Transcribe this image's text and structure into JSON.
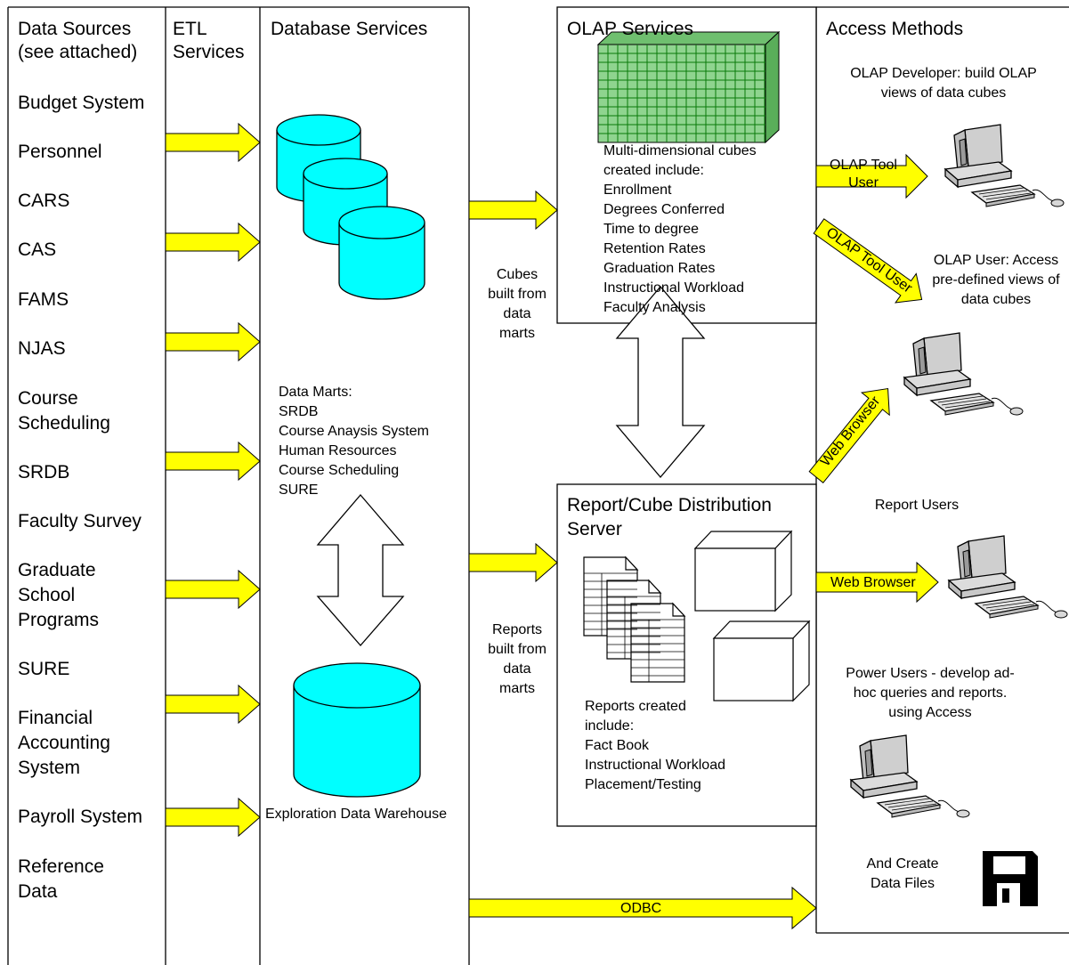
{
  "columns": {
    "data_sources": "Data Sources (see attached)",
    "etl": "ETL Services",
    "database": "Database Services",
    "olap": "OLAP Services",
    "access": "Access Methods"
  },
  "sources": [
    "Budget System",
    "Personnel",
    "CARS",
    "CAS",
    "FAMS",
    "NJAS",
    "Course Scheduling",
    "SRDB",
    "Faculty Survey",
    "Graduate School Programs",
    "SURE",
    "Financial Accounting System",
    "Payroll System",
    "Reference Data"
  ],
  "data_marts": [
    "Data Marts:",
    "SRDB",
    "Course Anaysis System",
    "Human Resources",
    "Course Scheduling",
    "SURE"
  ],
  "warehouse_label": "Exploration Data Warehouse",
  "olap_cubes": [
    "Multi-dimensional cubes",
    "created include:",
    "Enrollment",
    "Degrees Conferred",
    "Time to degree",
    "Retention Rates",
    "Graduation Rates",
    "Instructional Workload",
    "Faculty Analysis"
  ],
  "cubes_built": [
    "Cubes",
    "built from",
    "data",
    "marts"
  ],
  "reports_built": [
    "Reports",
    "built from",
    "data",
    "marts"
  ],
  "report_server_title": "Report/Cube Distribution Server",
  "reports_created": [
    "Reports created",
    "include:",
    "Fact Book",
    "Instructional Workload",
    "Placement/Testing"
  ],
  "arrows": {
    "olap_tool_user_1": "OLAP Tool User",
    "olap_tool_user_2": "OLAP Tool User",
    "web_browser_1": "Web Browser",
    "web_browser_2": "Web Browser",
    "odbc": "ODBC"
  },
  "access": {
    "olap_developer": "OLAP Developer: build OLAP views of data cubes",
    "olap_user": "OLAP User: Access pre-defined views of data cubes",
    "report_users": "Report Users",
    "power_users": "Power Users - develop ad-hoc queries and reports. using Access",
    "data_files": "And Create Data Files"
  },
  "colors": {
    "arrow_fill": "#ffff00",
    "cylinder_fill": "#00ffff",
    "grid_fill": "#8fd48f",
    "grid_line": "#0a7a0a"
  }
}
